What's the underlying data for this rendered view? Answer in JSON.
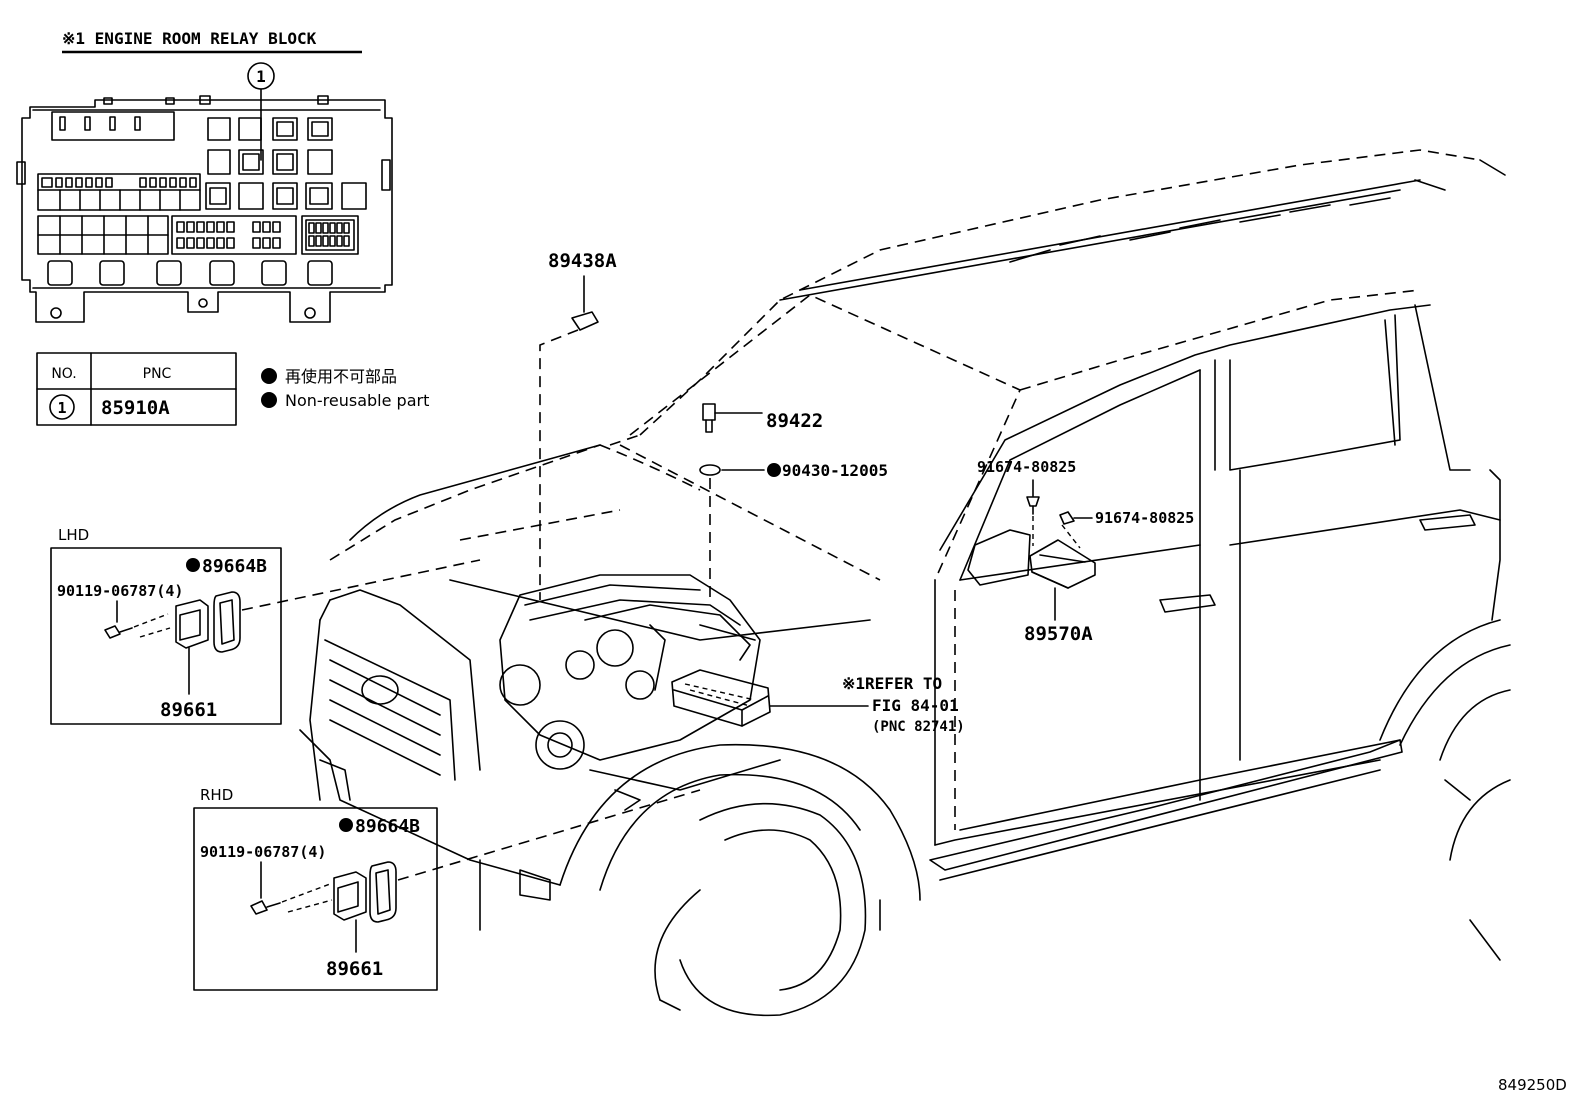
{
  "relay_block": {
    "title": "※1 ENGINE ROOM RELAY BLOCK",
    "callout_no": "1",
    "legend_table": {
      "headers": [
        "NO.",
        "PNC"
      ],
      "rows": [
        {
          "no": "1",
          "pnc": "85910A"
        }
      ]
    }
  },
  "legend": {
    "non_reusable_ja": "再使用不可部品",
    "non_reusable_en": "Non-reusable part"
  },
  "parts": {
    "p89438A": "89438A",
    "p89422": "89422",
    "p90430": "90430-12005",
    "p91674_a": "91674-80825",
    "p91674_b": "91674-80825",
    "p89570A": "89570A",
    "refer_line1": "※1REFER TO",
    "refer_line2": "FIG 84-01",
    "refer_line3": "(PNC 82741)"
  },
  "lhd": {
    "title": "LHD",
    "seal": "89664B",
    "bolt": "90119-06787(4)",
    "sensor": "89661"
  },
  "rhd": {
    "title": "RHD",
    "seal": "89664B",
    "bolt": "90119-06787(4)",
    "sensor": "89661"
  },
  "figure_id": "849250D"
}
